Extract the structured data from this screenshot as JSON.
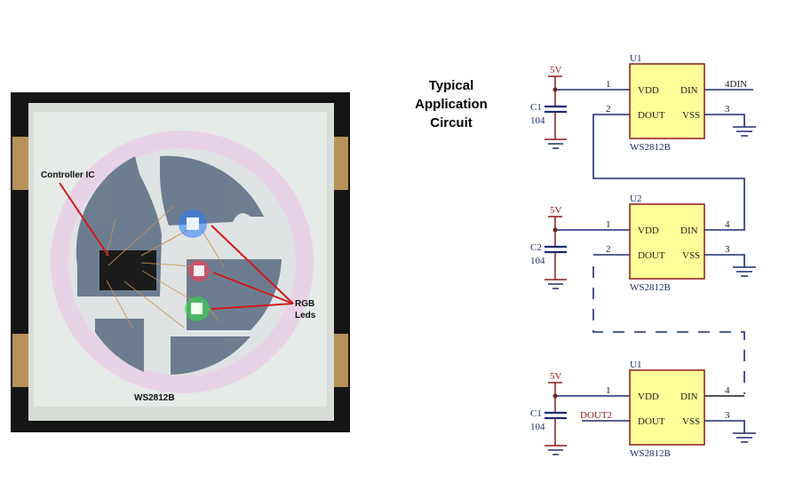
{
  "photo": {
    "callouts": {
      "controller": "Controller IC",
      "rgb_line1": "RGB",
      "rgb_line2": "Leds",
      "part_name": "WS2812B"
    },
    "led_colors": {
      "blue": "#2a7bff",
      "red": "#ff3b4f",
      "green": "#34d84a"
    }
  },
  "title": {
    "line1": "Typical",
    "line2": "Application",
    "line3": "Circuit"
  },
  "schematic": {
    "colors": {
      "wire": "#1e2a6e",
      "power": "#8b1a1a",
      "chip_fill": "#ffff99",
      "chip_border": "#8b1a1a"
    },
    "stages": [
      {
        "ref": "U1",
        "part": "WS2812B",
        "cap_ref": "C1",
        "cap_value": "104",
        "supply": "5V",
        "pins": {
          "p1": "1",
          "p2": "2",
          "p3": "3",
          "p4": "4DIN"
        },
        "pin_names": {
          "vdd": "VDD",
          "dout": "DOUT",
          "din": "DIN",
          "vss": "VSS"
        },
        "dout_net": ""
      },
      {
        "ref": "U2",
        "part": "WS2812B",
        "cap_ref": "C2",
        "cap_value": "104",
        "supply": "5V",
        "pins": {
          "p1": "1",
          "p2": "2",
          "p3": "3",
          "p4": "4"
        },
        "pin_names": {
          "vdd": "VDD",
          "dout": "DOUT",
          "din": "DIN",
          "vss": "VSS"
        },
        "dout_net": ""
      },
      {
        "ref": "U1",
        "part": "WS2812B",
        "cap_ref": "C1",
        "cap_value": "104",
        "supply": "5V",
        "pins": {
          "p1": "1",
          "p2": "",
          "p3": "3",
          "p4": "4"
        },
        "pin_names": {
          "vdd": "VDD",
          "dout": "DOUT",
          "din": "DIN",
          "vss": "VSS"
        },
        "dout_net": "DOUT2"
      }
    ]
  }
}
